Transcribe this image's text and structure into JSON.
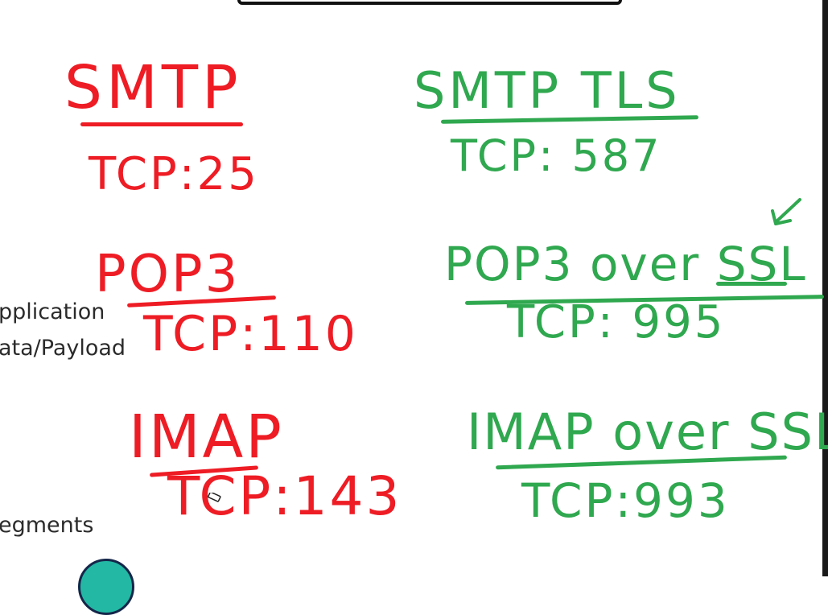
{
  "left_labels": {
    "application": "pplication",
    "payload": "ata/Payload",
    "segments": "egments"
  },
  "red_column": {
    "smtp": {
      "name": "SMTP",
      "port": "TCP:25"
    },
    "pop3": {
      "name": "POP3",
      "port": "TCP:110"
    },
    "imap": {
      "name": "IMAP",
      "port": "TCP:143"
    }
  },
  "green_column": {
    "smtp_tls": {
      "name": "SMTP TLS",
      "port": "TCP: 587"
    },
    "pop3_ssl": {
      "name": "POP3 over SSL",
      "port": "TCP: 995"
    },
    "imap_ssl": {
      "name": "IMAP over SSL",
      "port": "TCP:993"
    }
  },
  "colors": {
    "red_ink": "#ee1c24",
    "green_ink": "#2fa84f"
  }
}
